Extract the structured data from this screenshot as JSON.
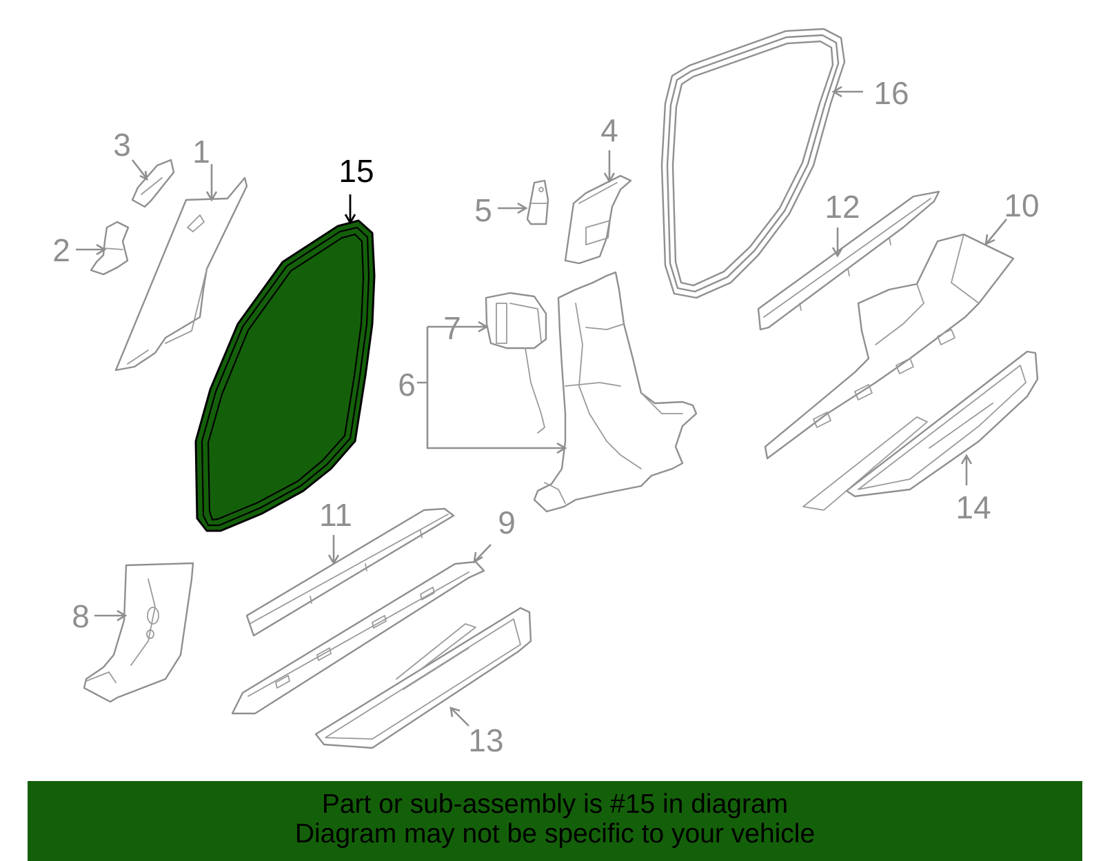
{
  "diagram": {
    "highlight_color": "#14600a",
    "part_color": "#8f8f8f",
    "callouts": [
      {
        "id": "1",
        "label": "1"
      },
      {
        "id": "2",
        "label": "2"
      },
      {
        "id": "3",
        "label": "3"
      },
      {
        "id": "4",
        "label": "4"
      },
      {
        "id": "5",
        "label": "5"
      },
      {
        "id": "6",
        "label": "6"
      },
      {
        "id": "7",
        "label": "7"
      },
      {
        "id": "8",
        "label": "8"
      },
      {
        "id": "9",
        "label": "9"
      },
      {
        "id": "10",
        "label": "10"
      },
      {
        "id": "11",
        "label": "11"
      },
      {
        "id": "12",
        "label": "12"
      },
      {
        "id": "13",
        "label": "13"
      },
      {
        "id": "14",
        "label": "14"
      },
      {
        "id": "15",
        "label": "15",
        "highlighted": true
      },
      {
        "id": "16",
        "label": "16"
      }
    ]
  },
  "banner": {
    "line1": "Part or sub-assembly is #15 in diagram",
    "line2": "Diagram may not be specific to your vehicle"
  }
}
